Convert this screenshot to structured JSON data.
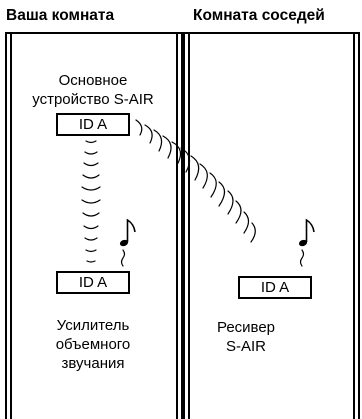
{
  "headings": {
    "your_room": "Ваша комната",
    "neighbor_room": "Комната соседей"
  },
  "main_unit": {
    "line1": "Основное",
    "line2": "устройство S-AIR",
    "id": "ID A"
  },
  "surround_amp": {
    "id": "ID A",
    "line1": "Усилитель",
    "line2": "объемного",
    "line3": "звучания"
  },
  "receiver": {
    "id": "ID A",
    "line1": "Ресивер",
    "line2": "S-AIR"
  },
  "icons": [
    "music-note-icon",
    "music-note-icon",
    "radio-wave-icon"
  ]
}
